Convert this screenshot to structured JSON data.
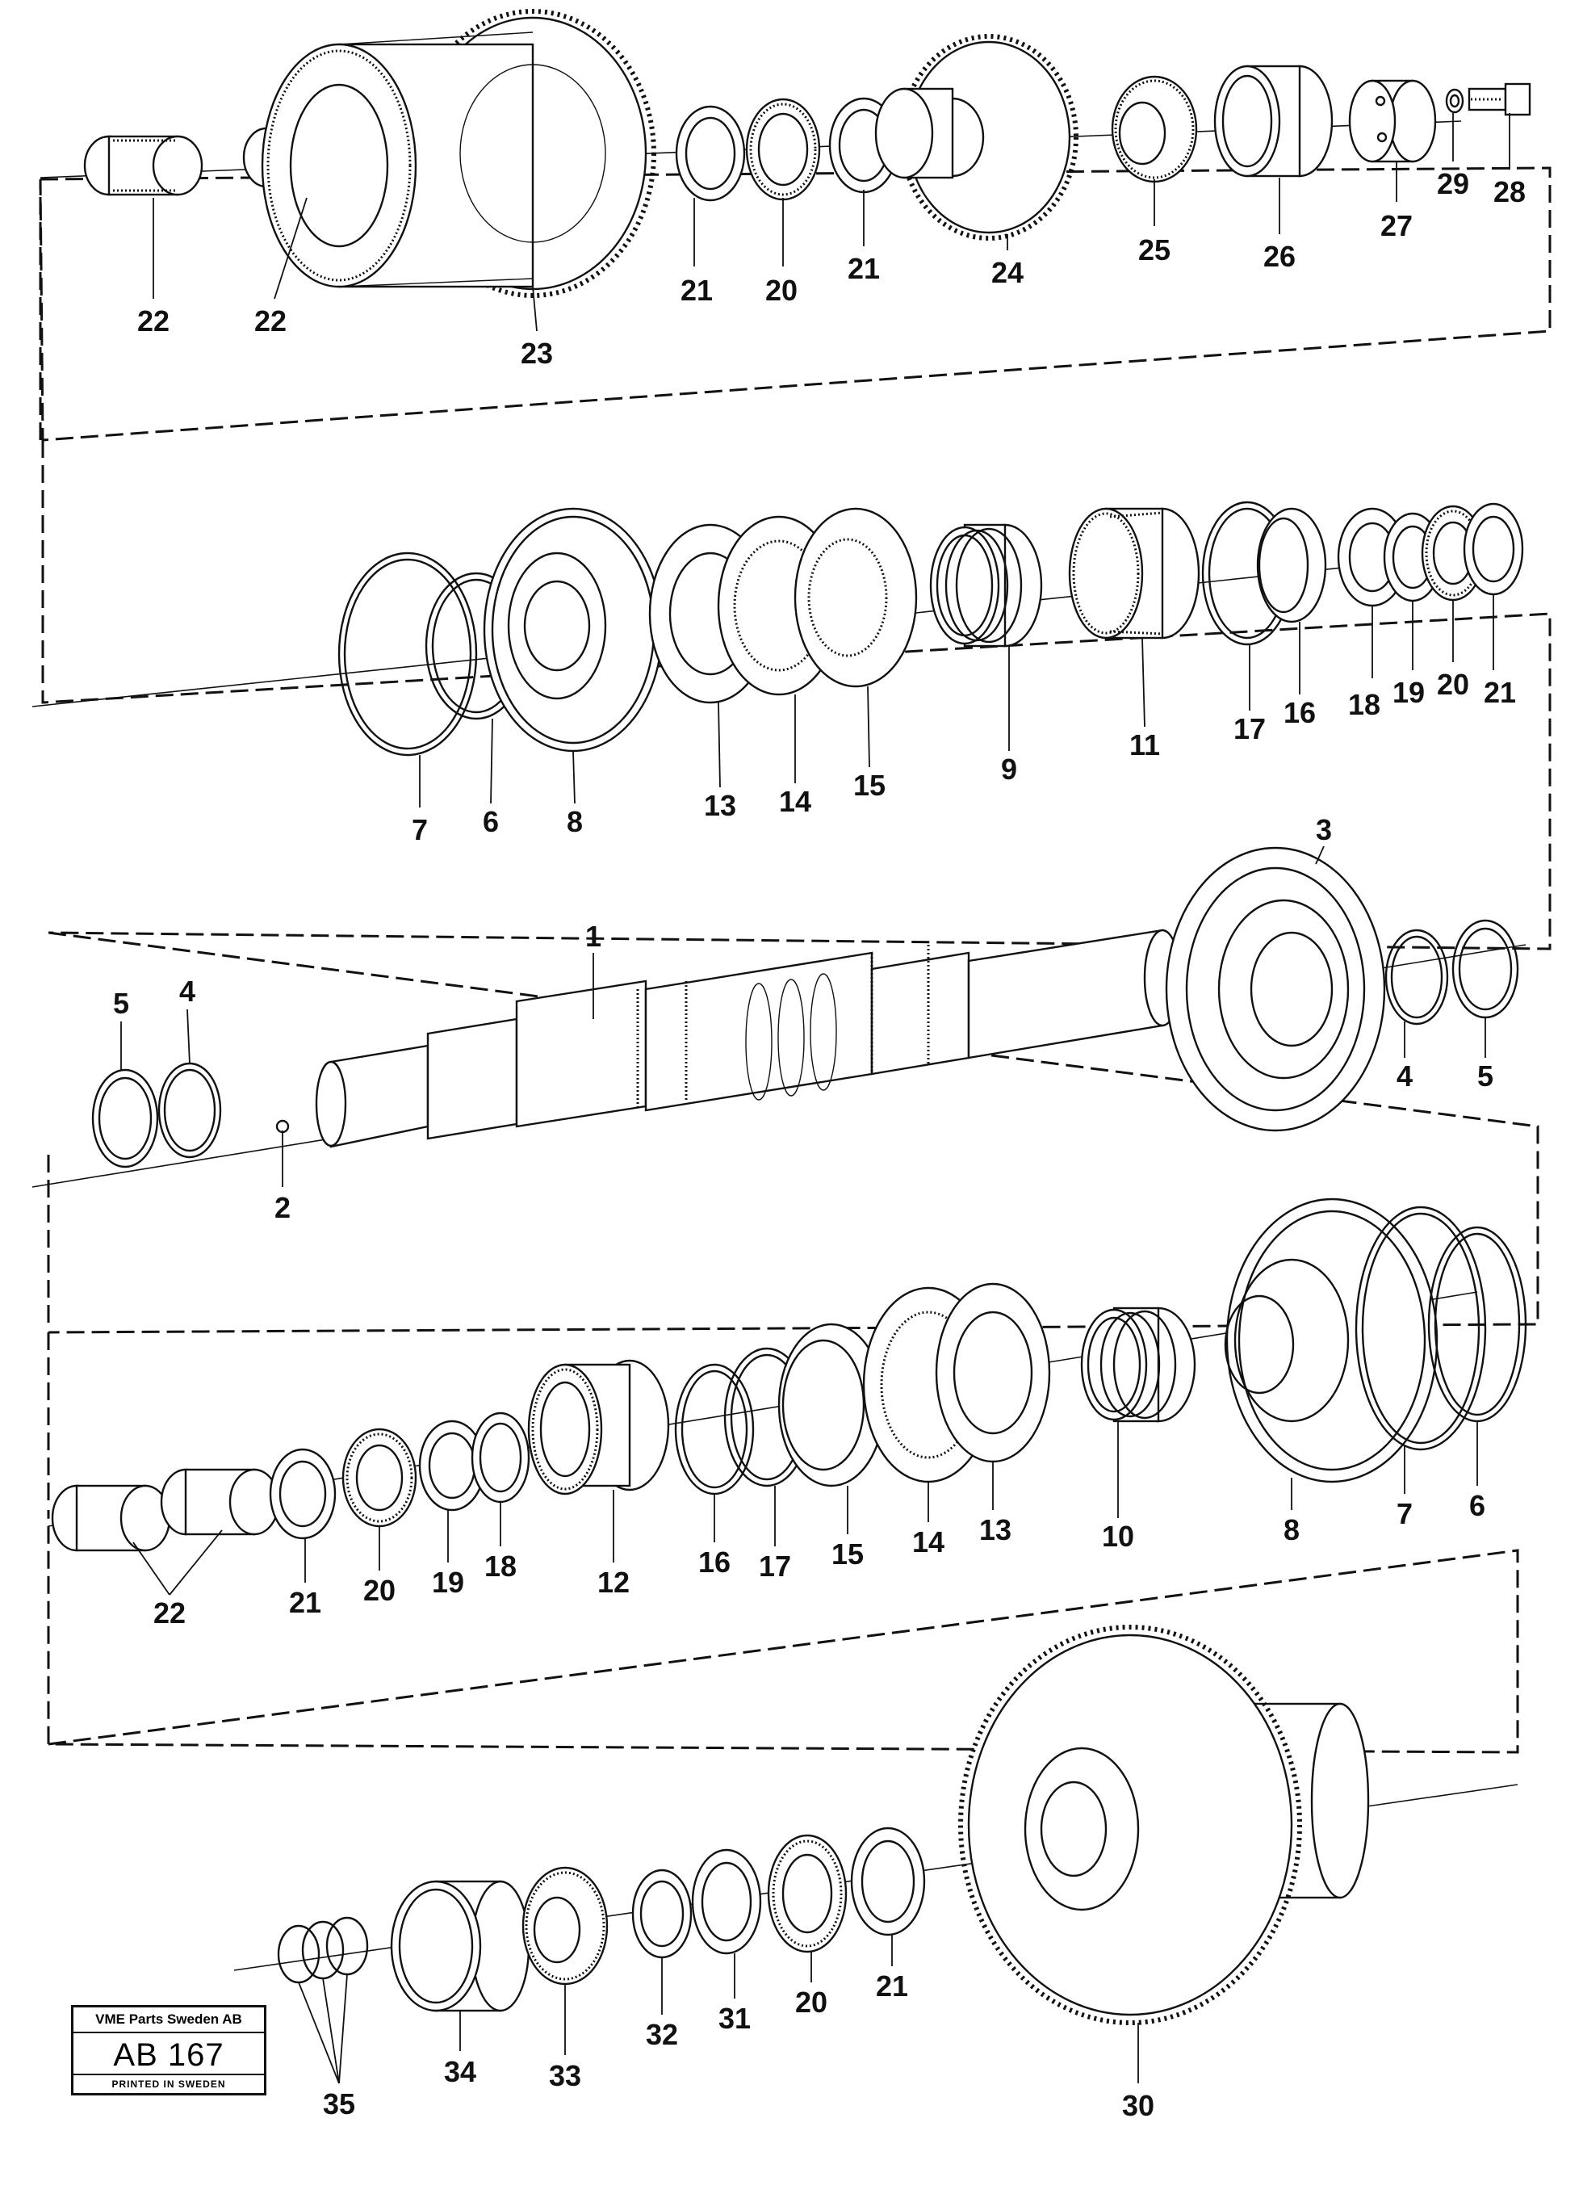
{
  "stamp": {
    "company": "VME Parts Sweden AB",
    "code": "AB 167",
    "printed": "PRINTED IN SWEDEN"
  },
  "callouts": {
    "row1": [
      "22",
      "22",
      "23",
      "21",
      "20",
      "21",
      "24",
      "25",
      "26",
      "27",
      "29",
      "28"
    ],
    "row2": [
      "7",
      "6",
      "8",
      "13",
      "14",
      "15",
      "9",
      "11",
      "17",
      "16",
      "18",
      "19",
      "20",
      "21"
    ],
    "row3": [
      "5",
      "4",
      "2",
      "1",
      "3",
      "4",
      "5"
    ],
    "row4": [
      "22",
      "21",
      "20",
      "19",
      "18",
      "12",
      "16",
      "17",
      "15",
      "14",
      "13",
      "10",
      "8",
      "7",
      "6"
    ],
    "row5": [
      "35",
      "34",
      "33",
      "32",
      "31",
      "20",
      "21",
      "30"
    ]
  }
}
